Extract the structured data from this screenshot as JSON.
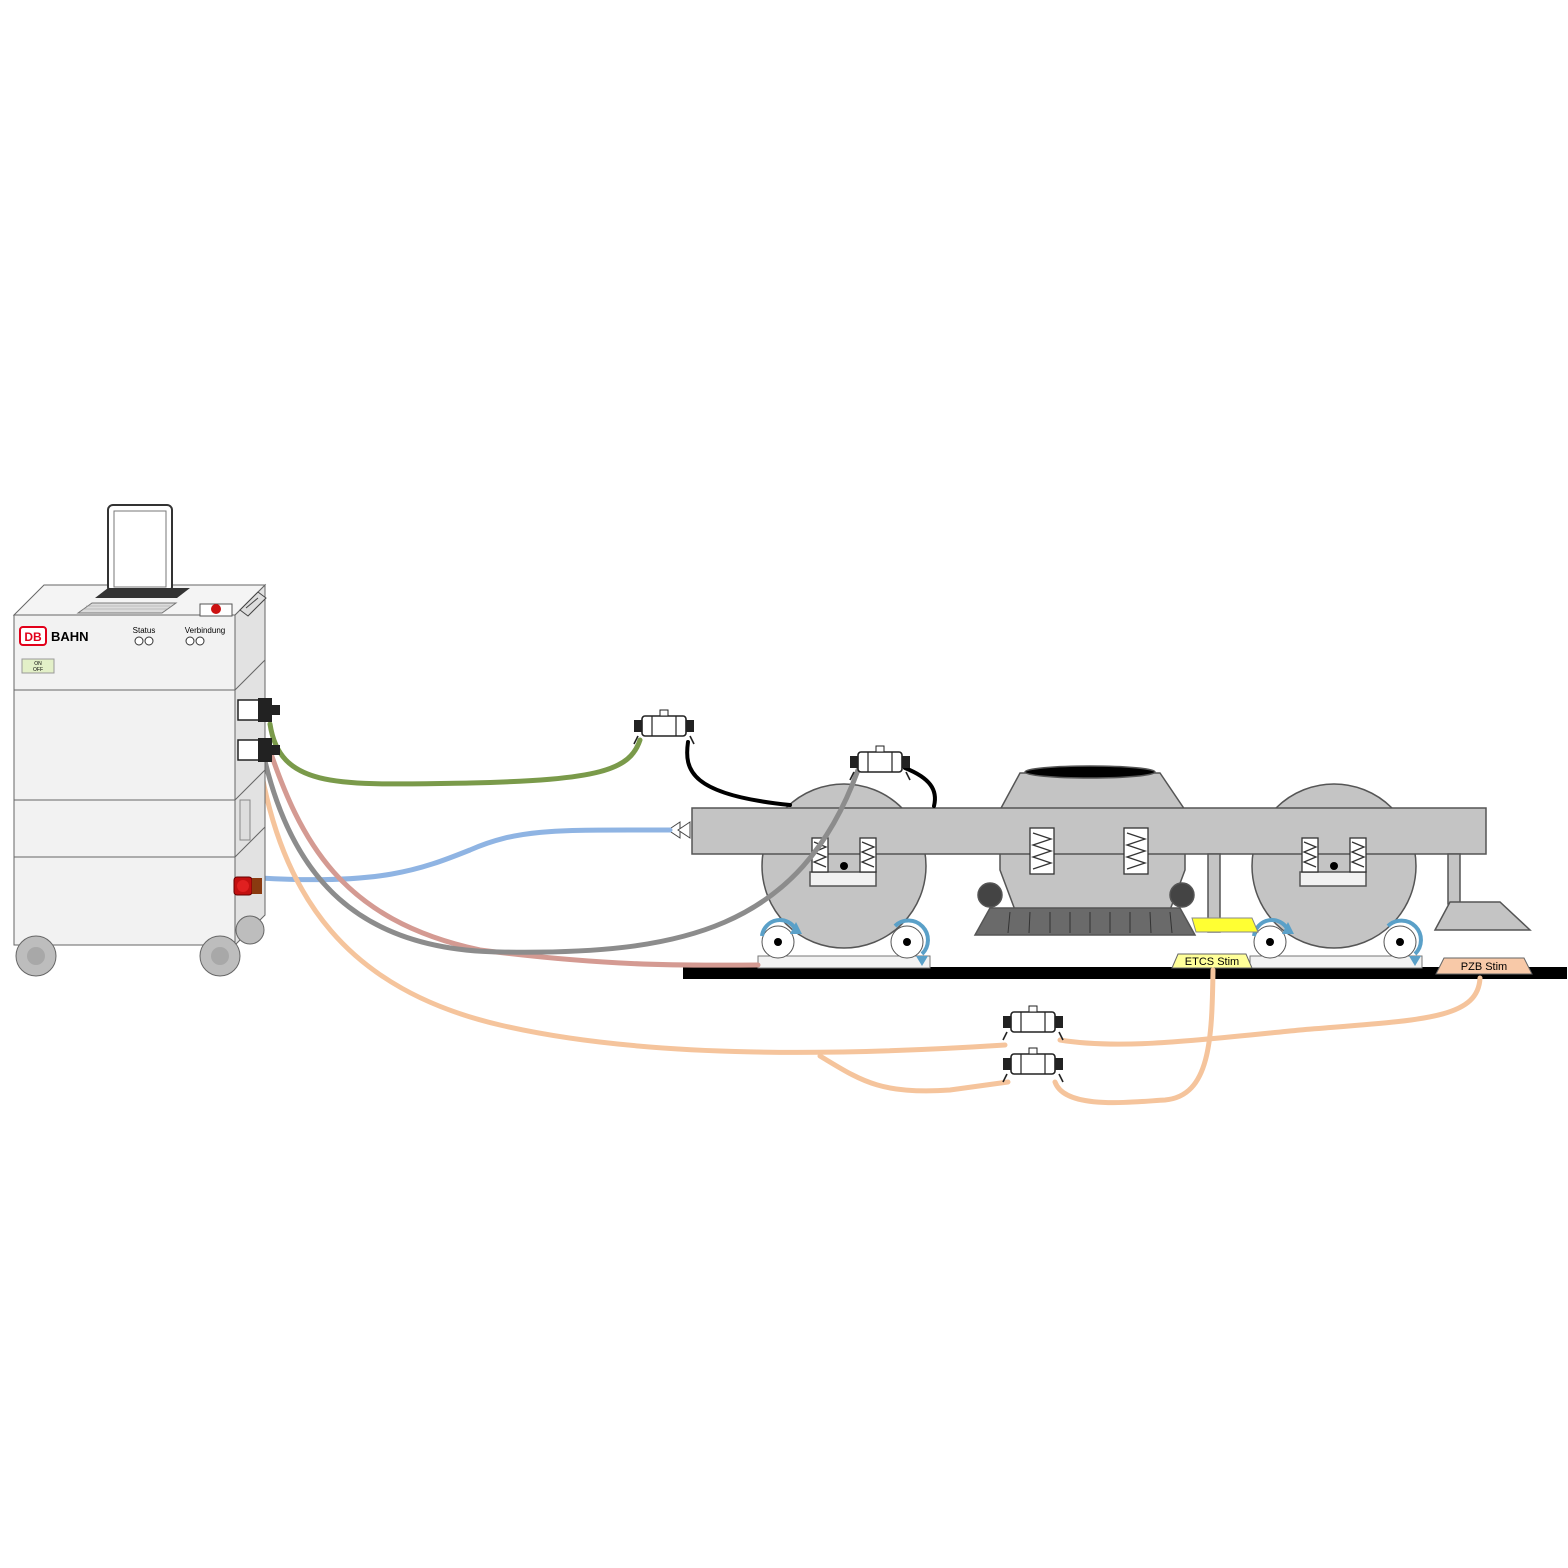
{
  "cabinet": {
    "logo_mark": "DB",
    "brand": "BAHN",
    "status_label": "Status",
    "connection_label": "Verbindung",
    "switch_on": "ON",
    "switch_off": "OFF"
  },
  "stimulators": {
    "etcs": "ETCS Stim",
    "pzb": "PZB Stim"
  },
  "cable_colors": {
    "green": "#7a9a4a",
    "blue": "#8fb4e3",
    "red": "#d49a92",
    "gray": "#8c8c8c",
    "orange": "#f5c49c",
    "black": "#000000",
    "etcs_yellow": "#ffff33",
    "pzb_peach": "#f8c9a8"
  },
  "icons": {
    "estop": "red-emergency-stop-icon",
    "rotation": "rotation-arrow-icon",
    "connector": "cable-connector-icon",
    "laptop": "laptop-icon"
  }
}
